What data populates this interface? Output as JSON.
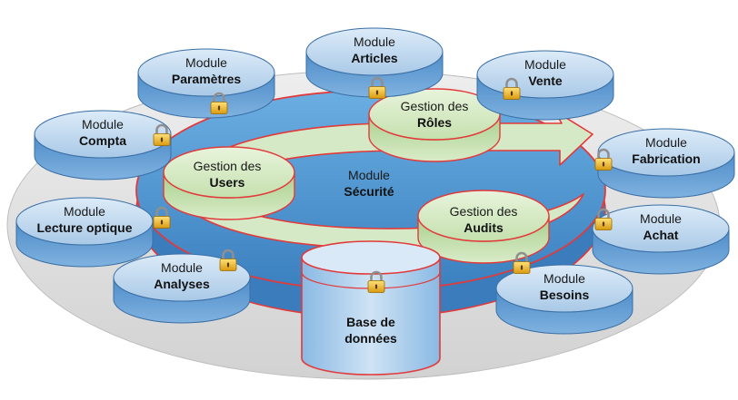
{
  "colors": {
    "platform": "#e4e4e4",
    "security_ring": "#4f97d4",
    "ring_outline": "#e23a3a",
    "flow_arrow": "#d4e8c4",
    "module_fill": "#6aa2d6",
    "module_top": "#c4daee",
    "management_disk": "#cfe3bd",
    "lock_body": "#f2c12e"
  },
  "security": {
    "line1": "Module",
    "line2": "Sécurité"
  },
  "modules": [
    {
      "key": "parametres",
      "line1": "Module",
      "line2": "Paramètres",
      "icon": "padlock-icon"
    },
    {
      "key": "articles",
      "line1": "Module",
      "line2": "Articles",
      "icon": "padlock-icon"
    },
    {
      "key": "vente",
      "line1": "Module",
      "line2": "Vente",
      "icon": "padlock-icon"
    },
    {
      "key": "compta",
      "line1": "Module",
      "line2": "Compta",
      "icon": "padlock-icon"
    },
    {
      "key": "fabrication",
      "line1": "Module",
      "line2": "Fabrication",
      "icon": "padlock-icon"
    },
    {
      "key": "lecture-optique",
      "line1": "Module",
      "line2": "Lecture optique",
      "icon": "padlock-icon"
    },
    {
      "key": "achat",
      "line1": "Module",
      "line2": "Achat",
      "icon": "padlock-icon"
    },
    {
      "key": "analyses",
      "line1": "Module",
      "line2": "Analyses",
      "icon": "padlock-icon"
    },
    {
      "key": "besoins",
      "line1": "Module",
      "line2": "Besoins",
      "icon": "padlock-icon"
    }
  ],
  "management": [
    {
      "key": "roles",
      "line1": "Gestion des",
      "line2": "Rôles"
    },
    {
      "key": "users",
      "line1": "Gestion des",
      "line2": "Users"
    },
    {
      "key": "audits",
      "line1": "Gestion des",
      "line2": "Audits"
    }
  ],
  "database": {
    "line1": "Base de",
    "line2": "données",
    "icon": "padlock-icon"
  }
}
